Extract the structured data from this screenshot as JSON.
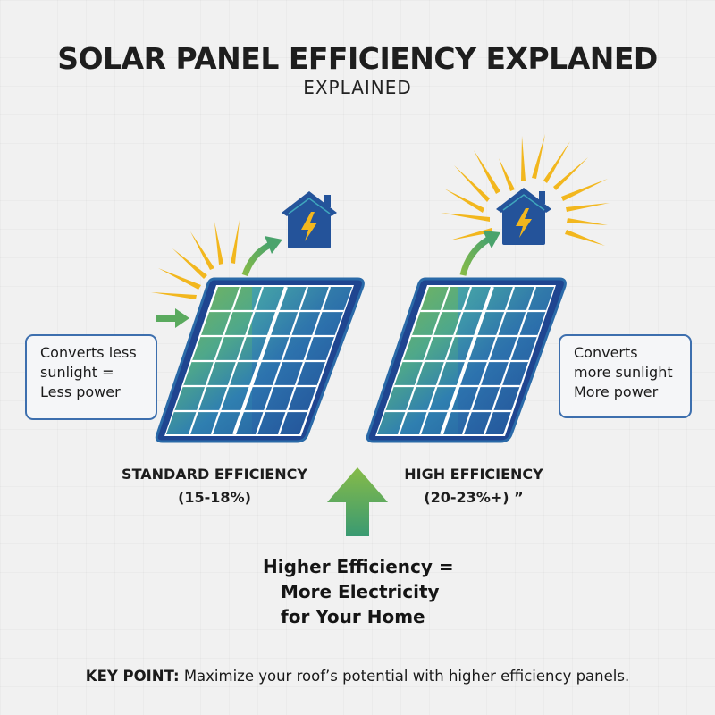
{
  "header": {
    "title": "SOLAR PANEL EFFICIENCY EXPLANED",
    "subtitle": "EXPLAINED"
  },
  "panels": [
    {
      "id": "standard",
      "label": "STANDARD EFFICIENCY",
      "range": "(15-18%)",
      "callout": [
        "Converts less",
        "sunlight =",
        "Less power"
      ],
      "icons": [
        "sun-rays-icon",
        "sunlight-arrow-icon",
        "energy-arrow-icon",
        "house-lightning-icon",
        "solar-panel-icon"
      ]
    },
    {
      "id": "high",
      "label": "HIGH EFFICIENCY",
      "range": "(20-23%+) ”",
      "callout": [
        "Converts",
        "more sunlight",
        "More power"
      ],
      "icons": [
        "sun-rays-icon",
        "energy-arrow-icon",
        "house-lightning-icon",
        "solar-panel-icon"
      ]
    }
  ],
  "center": {
    "icon": "up-arrow-icon",
    "conclusion": [
      "Higher Efficiency =",
      "More Electricity",
      "for Your Home"
    ]
  },
  "footer": {
    "key_label": "KEY POINT:",
    "key_text": " Maximize your roof’s potential with higher efficiency panels."
  },
  "colors": {
    "background": "#f1f1f1",
    "panel_green": "#7ab648",
    "panel_teal": "#3a9fbf",
    "panel_blue": "#24519a",
    "frame_blue": "#2a6aa8",
    "sun_yellow": "#f2b71e",
    "arrow_green": "#5aaa5e",
    "house_blue": "#24539a",
    "callout_border": "#3d6fae"
  }
}
